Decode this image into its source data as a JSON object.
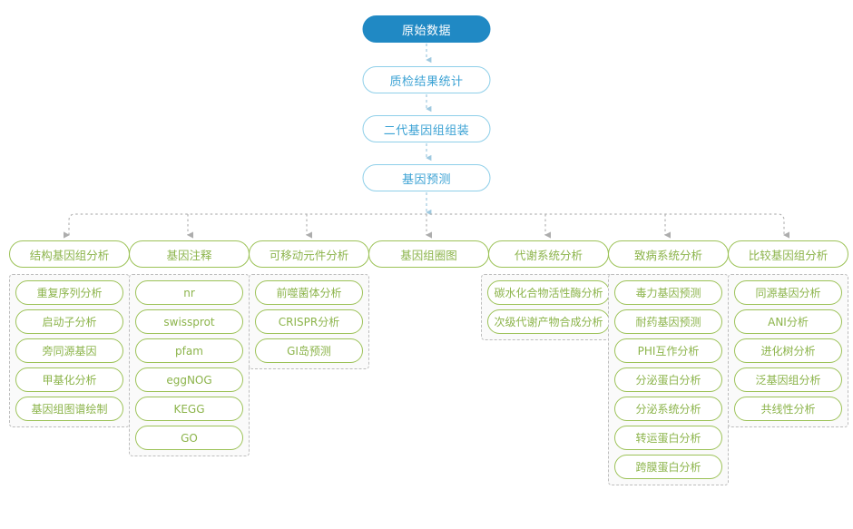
{
  "colors": {
    "primary_fill": "#2089c4",
    "primary_text": "#ffffff",
    "blue_border": "#8ecfe9",
    "blue_text": "#3ba2d4",
    "green_border": "#9cc257",
    "green_text": "#8cb44b",
    "dashed_border": "#bdbdbd",
    "group_fill": "#fafafa",
    "connector": "#b3b3b3"
  },
  "pipeline": [
    {
      "label": "原始数据",
      "style": "primary"
    },
    {
      "label": "质检结果统计",
      "style": "outline"
    },
    {
      "label": "二代基因组组装",
      "style": "outline"
    },
    {
      "label": "基因预测",
      "style": "outline"
    }
  ],
  "columns": [
    {
      "header": "结构基因组分析",
      "items": [
        "重复序列分析",
        "启动子分析",
        "旁同源基因",
        "甲基化分析",
        "基因组图谱绘制"
      ]
    },
    {
      "header": "基因注释",
      "items": [
        "nr",
        "swissprot",
        "pfam",
        "eggNOG",
        "KEGG",
        "GO"
      ]
    },
    {
      "header": "可移动元件分析",
      "items": [
        "前噬菌体分析",
        "CRISPR分析",
        "GI岛预测"
      ]
    },
    {
      "header": "基因组圈图",
      "items": []
    },
    {
      "header": "代谢系统分析",
      "items": [
        "碳水化合物活性酶分析",
        "次级代谢产物合成分析"
      ]
    },
    {
      "header": "致病系统分析",
      "items": [
        "毒力基因预测",
        "耐药基因预测",
        "PHI互作分析",
        "分泌蛋白分析",
        "分泌系统分析",
        "转运蛋白分析",
        "跨膜蛋白分析"
      ]
    },
    {
      "header": "比较基因组分析",
      "items": [
        "同源基因分析",
        "ANI分析",
        "进化树分析",
        "泛基因组分析",
        "共线性分析"
      ]
    }
  ]
}
